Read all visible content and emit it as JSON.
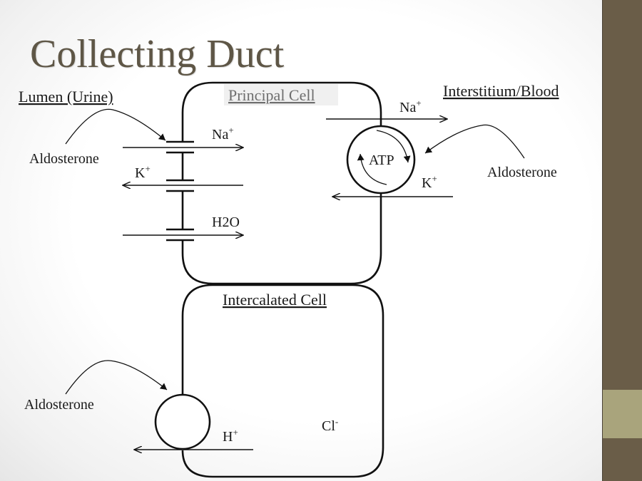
{
  "slide": {
    "title": "Collecting Duct",
    "colors": {
      "title": "#5e5646",
      "sidebar": "#6a5d48",
      "sidebar_accent": "#a9a47c",
      "line": "#111111"
    }
  },
  "regions": {
    "lumen": "Lumen (Urine)",
    "interstitium": "Interstitium/Blood"
  },
  "cells": {
    "principal": {
      "label": "Principal Cell",
      "apical_channels": [
        {
          "ion": "Na",
          "charge": "+",
          "direction": "into-cell"
        },
        {
          "ion": "K",
          "charge": "+",
          "direction": "out-of-cell"
        },
        {
          "ion": "H2O",
          "charge": "",
          "direction": "into-cell"
        }
      ],
      "basolateral_pump": {
        "label": "ATP",
        "ions": [
          {
            "ion": "Na",
            "charge": "+",
            "direction": "to-blood"
          },
          {
            "ion": "K",
            "charge": "+",
            "direction": "into-cell"
          }
        ]
      },
      "hormones": [
        {
          "label": "Aldosterone",
          "target": "apical Na+ channel"
        },
        {
          "label": "Aldosterone",
          "target": "Na+/K+ ATPase"
        }
      ]
    },
    "intercalated": {
      "label": "Intercalated Cell",
      "apical_pump": {
        "ions": [
          {
            "ion": "H",
            "charge": "+",
            "direction": "to-lumen"
          }
        ]
      },
      "other_ions": [
        {
          "ion": "Cl",
          "charge": "-"
        }
      ],
      "hormones": [
        {
          "label": "Aldosterone",
          "target": "H+ pump"
        }
      ]
    }
  }
}
